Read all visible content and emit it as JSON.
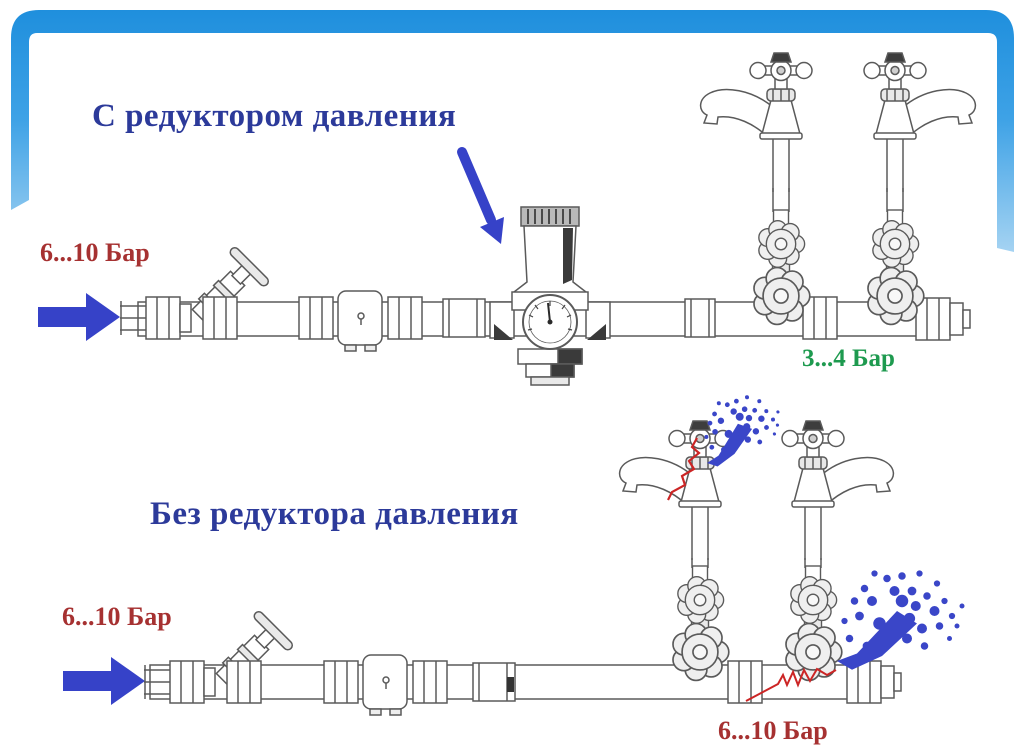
{
  "slide": {
    "background_color": "#ffffff",
    "frame": {
      "color": "#1f8fdd",
      "fade_color": "#a5d3f2"
    }
  },
  "diagram_top": {
    "title": "С редуктором давления",
    "inlet_pressure_label": "6...10 Бар",
    "outlet_pressure_label": "3...4 Бар",
    "components": [
      "inlet-flow-arrow-icon",
      "angle-valve-icon",
      "check-valve-icon",
      "pressure-reducer-icon",
      "pressure-gauge-icon",
      "stop-valve-icon",
      "faucet-icon",
      "pipe-end-cap-icon",
      "pointer-arrow-icon"
    ]
  },
  "diagram_bottom": {
    "title": "Без редуктора давления",
    "inlet_pressure_label": "6...10 Бар",
    "leak_pressure_label": "6...10 Бар",
    "components": [
      "inlet-flow-arrow-icon",
      "angle-valve-icon",
      "check-valve-icon",
      "stop-valve-icon",
      "faucet-icon",
      "pipe-end-cap-icon",
      "water-spray-icon",
      "crack-icon"
    ]
  },
  "colors": {
    "title_text": "#2c3a9a",
    "high_pressure_text": "#a63131",
    "reduced_pressure_text": "#1e9a4f",
    "arrow_blue": "#3642c8",
    "spray_blue": "#3a46c8",
    "crack_red": "#cc2525",
    "line_art": "#5a5a5a"
  }
}
